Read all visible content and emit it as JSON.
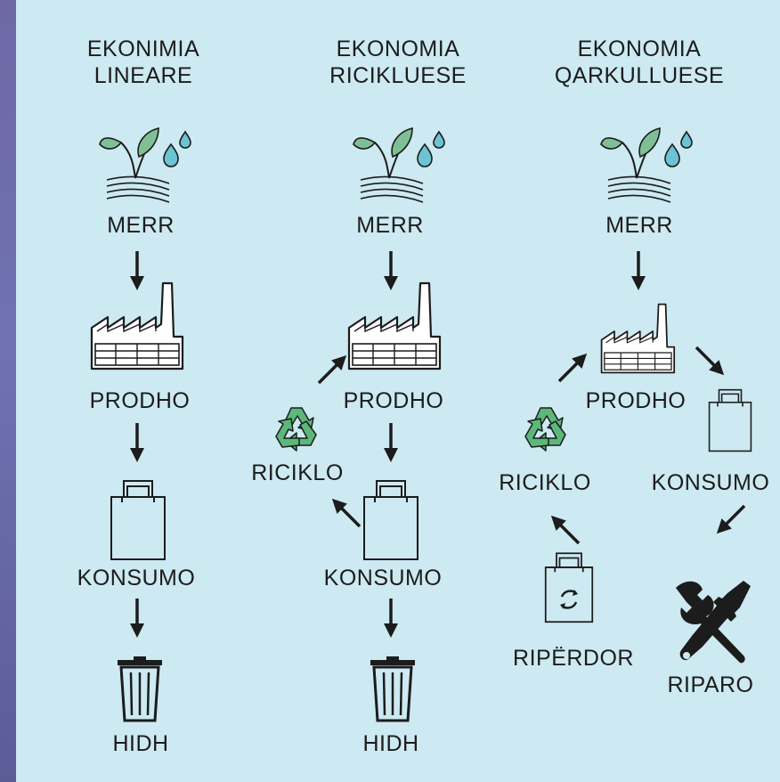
{
  "columns": [
    {
      "title_line1": "EKONIMIA",
      "title_line2": "LINEARE",
      "merr": "MERR",
      "prodho": "PRODHO",
      "konsumo": "KONSUMO",
      "hidh": "HIDH"
    },
    {
      "title_line1": "EKONOMIA",
      "title_line2": "RICIKLUESE",
      "merr": "MERR",
      "prodho": "PRODHO",
      "riciklo": "RICIKLO",
      "konsumo": "KONSUMO",
      "hidh": "HIDH"
    },
    {
      "title_line1": "EKONOMIA",
      "title_line2": "QARKULLUESE",
      "merr": "MERR",
      "prodho": "PRODHO",
      "riciklo": "RICIKLO",
      "konsumo": "KONSUMO",
      "riperdor": "RIPËRDOR",
      "riparo": "RIPARO"
    }
  ],
  "icons": [
    "plant-icon",
    "water-drops-icon",
    "factory-icon",
    "shopping-bag-icon",
    "recycle-icon",
    "trash-can-icon",
    "tools-icon",
    "reuse-bag-icon"
  ],
  "colors": {
    "background": "#cde9f1",
    "sidebar": "#6e68a6",
    "leaf_green": "#7fbf95",
    "drop_blue": "#6cc3d3",
    "recycle_green": "#5cb87a",
    "ink": "#1c1c1c"
  }
}
